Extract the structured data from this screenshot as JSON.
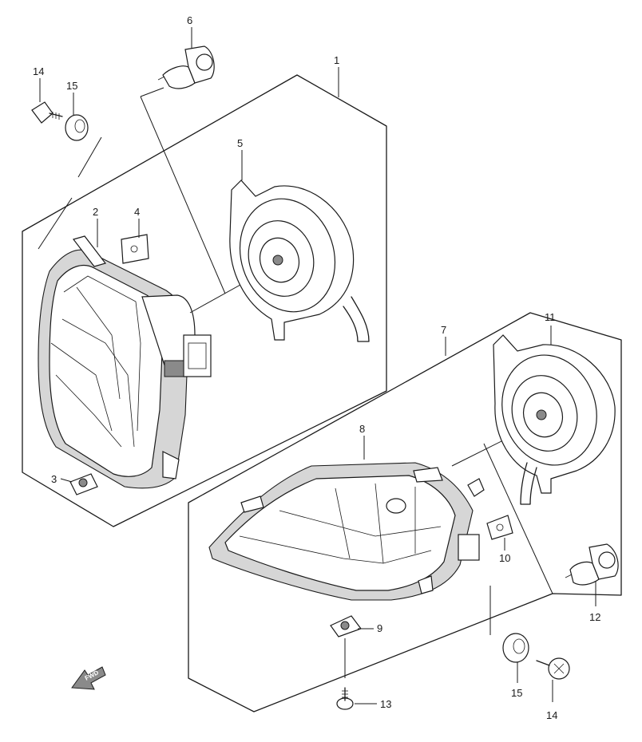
{
  "diagram": {
    "callouts": {
      "c1": "1",
      "c2": "2",
      "c3": "3",
      "c4": "4",
      "c5": "5",
      "c6": "6",
      "c7": "7",
      "c8": "8",
      "c9": "9",
      "c10": "10",
      "c11": "11",
      "c12": "12",
      "c13": "13",
      "c14_top": "14",
      "c15_top": "15",
      "c14_bottom": "14",
      "c15_bottom": "15"
    },
    "fwd_label": "FWD"
  }
}
